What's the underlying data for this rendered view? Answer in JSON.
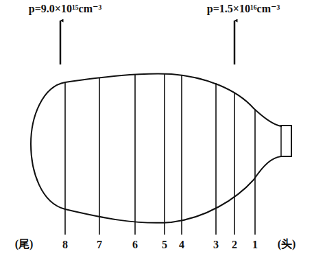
{
  "diagram": {
    "labels": [
      "p=9.0×10¹⁵cm⁻³",
      "p=1.5×10¹⁶cm⁻³",
      "(尾)",
      "8",
      "7",
      "6",
      "5",
      "4",
      "3",
      "2",
      "1",
      "(头)"
    ]
  }
}
